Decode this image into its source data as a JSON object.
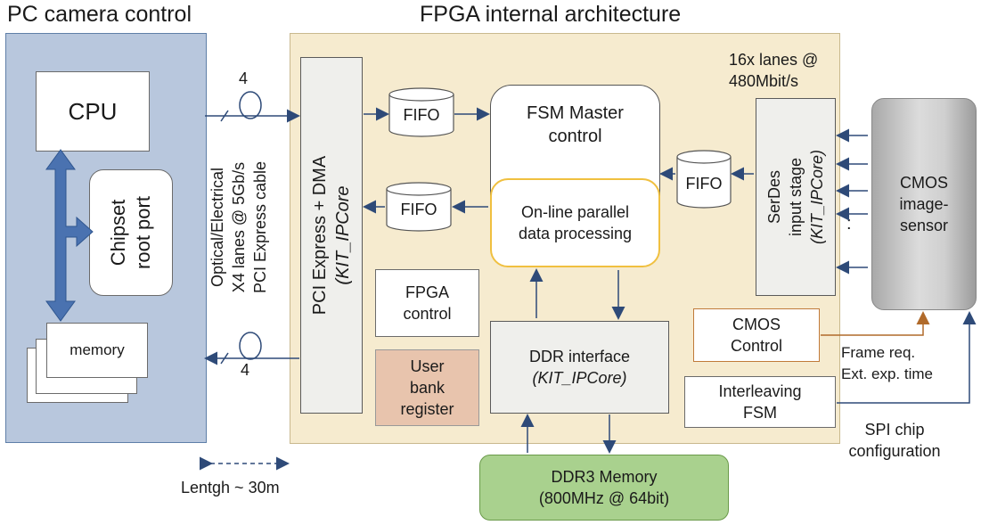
{
  "titles": {
    "pc": "PC camera control",
    "fpga": "FPGA internal architecture"
  },
  "pc": {
    "cpu": "CPU",
    "chipset_line1": "Chipset",
    "chipset_line2": "root port",
    "memory": "memory"
  },
  "cable": {
    "line1": "Optical/Electrical",
    "line2": "X4 lanes @ 5Gb/s",
    "line3": "PCI Express cable",
    "lane_count_top": "4",
    "lane_count_bottom": "4",
    "length": "Lentgh ~ 30m"
  },
  "fpga": {
    "pcie_line1": "PCI Express + DMA",
    "pcie_line2": "(KIT_IPCore",
    "fifo_1": "FIFO",
    "fifo_2": "FIFO",
    "fifo_3": "FIFO",
    "fsm_line1": "FSM Master",
    "fsm_line2": "control",
    "proc_line1": "On-line parallel",
    "proc_line2": "data processing",
    "fpga_control_line1": "FPGA",
    "fpga_control_line2": "control",
    "user_bank_line1": "User",
    "user_bank_line2": "bank",
    "user_bank_line3": "register",
    "ddr_if_line1": "DDR interface",
    "ddr_if_line2": "(KIT_IPCore)",
    "serdes_line1": "SerDes",
    "serdes_line2": "input stage",
    "serdes_line3": "(KIT_IPCore)",
    "lanes_line1": "16x lanes @",
    "lanes_line2": "480Mbit/s",
    "cmos_control_line1": "CMOS",
    "cmos_control_line2": "Control",
    "interleaving_line1": "Interleaving",
    "interleaving_line2": "FSM"
  },
  "sensor": {
    "line1": "CMOS",
    "line2": "image-",
    "line3": "sensor",
    "dots": ":"
  },
  "signals": {
    "frame_req": "Frame req.",
    "ext_exp": "Ext. exp. time",
    "spi_line1": "SPI chip",
    "spi_line2": "configuration"
  },
  "ddr3": {
    "line1": "DDR3 Memory",
    "line2": "(800MHz @ 64bit)"
  },
  "colors": {
    "pc_panel": "#b8c7dd",
    "fpga_panel": "#f6ebcf",
    "bus_arrow": "#4a72b0",
    "user_bank": "#e8c4ad",
    "ddr3": "#a9d18e",
    "cmos_control_border": "#c07a3a"
  }
}
